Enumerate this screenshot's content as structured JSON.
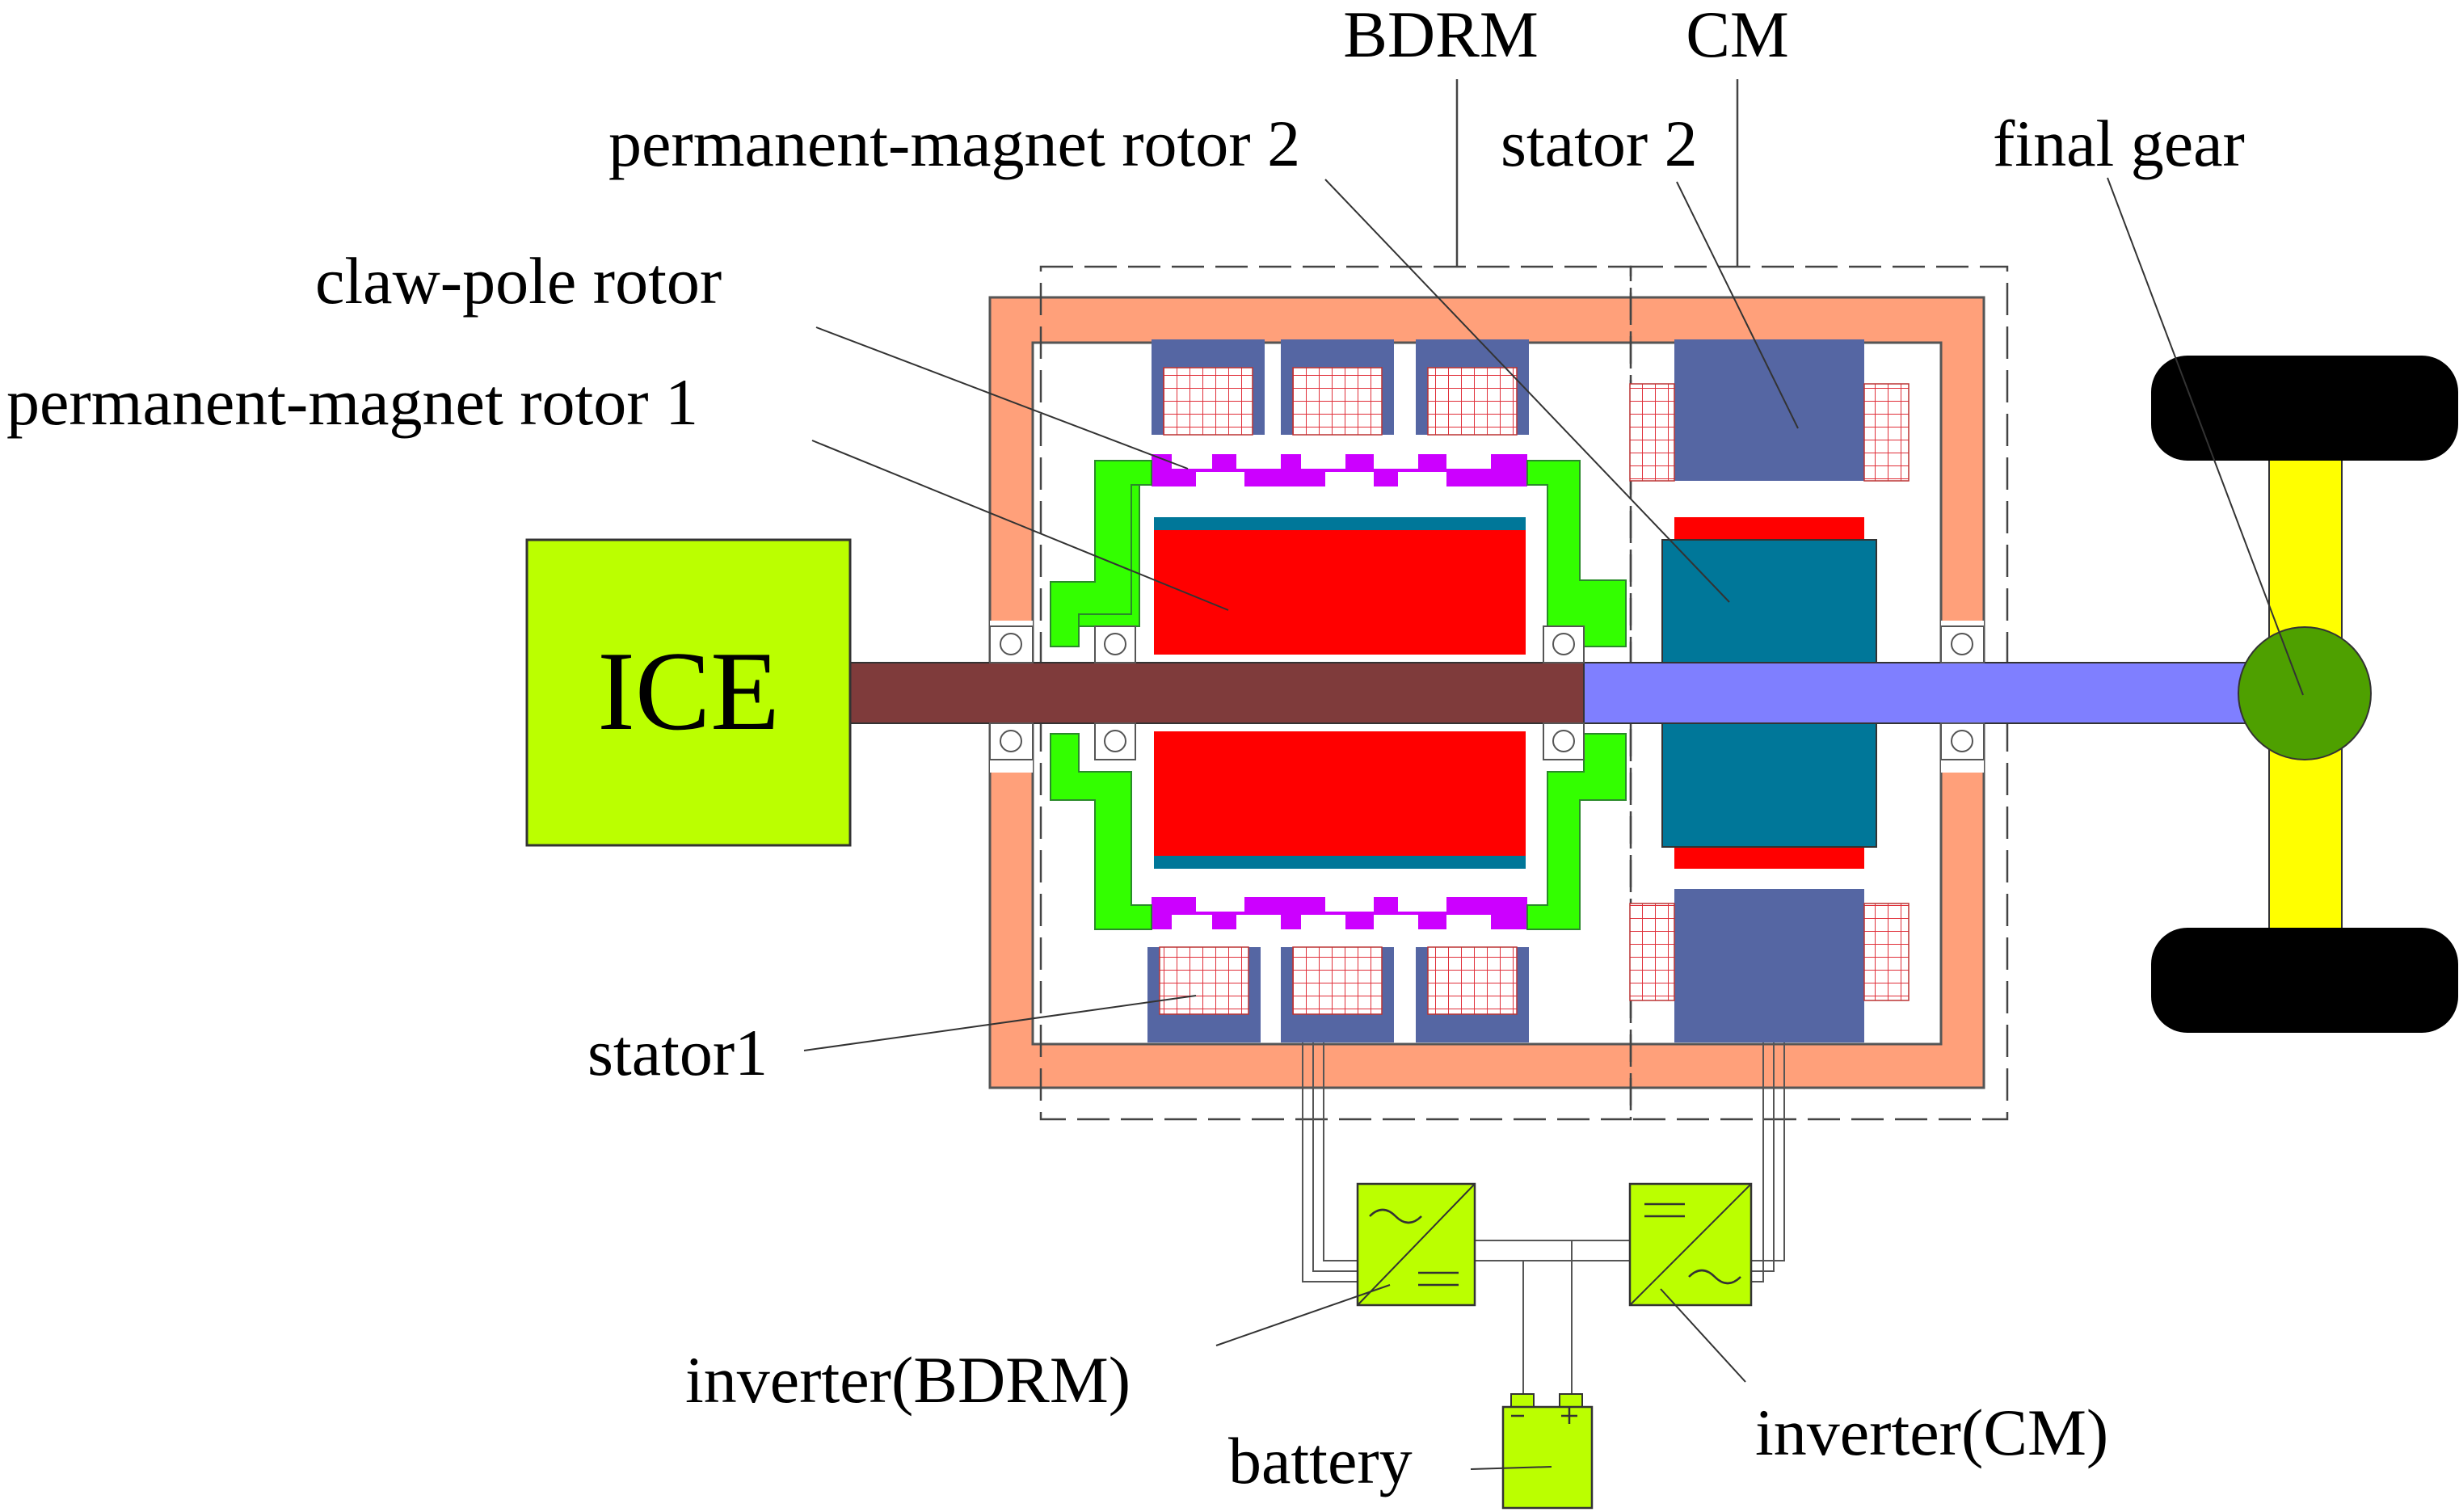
{
  "labels": {
    "bdrm": "BDRM",
    "cm": "CM",
    "pm_rotor_2": "permanent-magnet rotor 2",
    "stator_2": "stator 2",
    "final_gear": "final gear",
    "claw_pole_rotor": "claw-pole rotor",
    "pm_rotor_1": "permanent-magnet rotor 1",
    "ice": "ICE",
    "stator_1": "stator1",
    "inverter_bdrm": "inverter(BDRM)",
    "inverter_cm": "inverter(CM)",
    "battery": "battery"
  },
  "colors": {
    "housing": "#ffa07a",
    "stator": "#5566a3",
    "winding": "#e0303a",
    "claw_pole": "#cc00ff",
    "green_frame": "#33ff00",
    "magnet": "#ff0000",
    "rotor_core": "#007799",
    "shaft_ice": "#7f3b3b",
    "shaft_output": "#7f7fff",
    "ice_block": "#bbff00",
    "inverter": "#bbff00",
    "battery": "#bbff00",
    "axle": "#ffff00",
    "wheel": "#000000",
    "final_gear": "#4ea000"
  },
  "icons": {
    "inverter_bdrm": "ac-dc-converter-icon",
    "inverter_cm": "dc-ac-converter-icon",
    "battery": "battery-icon",
    "bearing": "ball-bearing-icon"
  }
}
